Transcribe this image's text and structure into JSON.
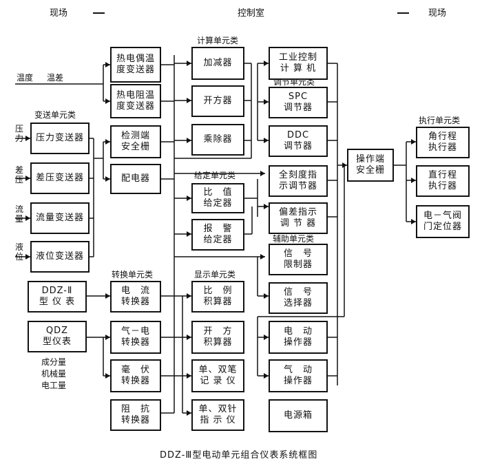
{
  "zones": {
    "left": "现场",
    "center": "控制室",
    "right": "现场"
  },
  "inputs": {
    "temp": "温度",
    "temp_diff": "温差",
    "pressure": "压\n力",
    "diff_pressure": "差\n压",
    "flow": "流\n量",
    "level": "液\n位",
    "other": "成分量\n机械量\n电工量"
  },
  "categories": {
    "transmitter": "变送单元类",
    "calculation": "计算单元类",
    "regulator": "调节单元类",
    "setpoint": "给定单元类",
    "auxiliary": "辅助单元类",
    "converter": "转换单元类",
    "display": "显示单元类",
    "actuator": "执行单元类"
  },
  "boxes": {
    "thermocouple": "热电偶温\n度变送器",
    "rtd": "热电阻温\n度变送器",
    "pressure_tx": "压力变送器",
    "dp_tx": "差压变送器",
    "flow_tx": "流量变送器",
    "level_tx": "液位变送器",
    "detect_barrier": "检测端\n安全栅",
    "distributor": "配电器",
    "adder": "加减器",
    "sqrt": "开方器",
    "muldiv": "乘除器",
    "ipc": "工业控制\n计 算 机",
    "spc": "SPC\n调节器",
    "ddc": "DDC\n调节器",
    "full_scale": "全刻度指\n示调节器",
    "deviation": "偏差指示\n调 节 器",
    "ratio_set": "比　值\n给定器",
    "alarm_set": "报　警\n给定器",
    "signal_limit": "信　号\n限制器",
    "signal_select": "信　号\n选择器",
    "elec_operator": "电　动\n操作器",
    "pneu_operator": "气　动\n操作器",
    "power_box": "电源箱",
    "op_barrier": "操作端\n安全栅",
    "angular": "角行程\n执行器",
    "linear": "直行程\n执行器",
    "ep_valve": "电－气阀\n门定位器",
    "ddz2": "DDZ-Ⅱ\n型 仪 表",
    "qdz": "QDZ\n型仪表",
    "current_conv": "电　流\n转换器",
    "pneu_elec_conv": "气－电\n转换器",
    "mv_conv": "毫　伏\n转换器",
    "res_conv": "阻　抗\n转换器",
    "prop_integrator": "比　例\n积算器",
    "sqrt_integrator": "开　方\n积算器",
    "recorder": "单、双笔\n记 录 仪",
    "indicator": "单、双针\n指 示 仪"
  },
  "caption": "DDZ-Ⅲ型电动单元组合仪表系统框图"
}
